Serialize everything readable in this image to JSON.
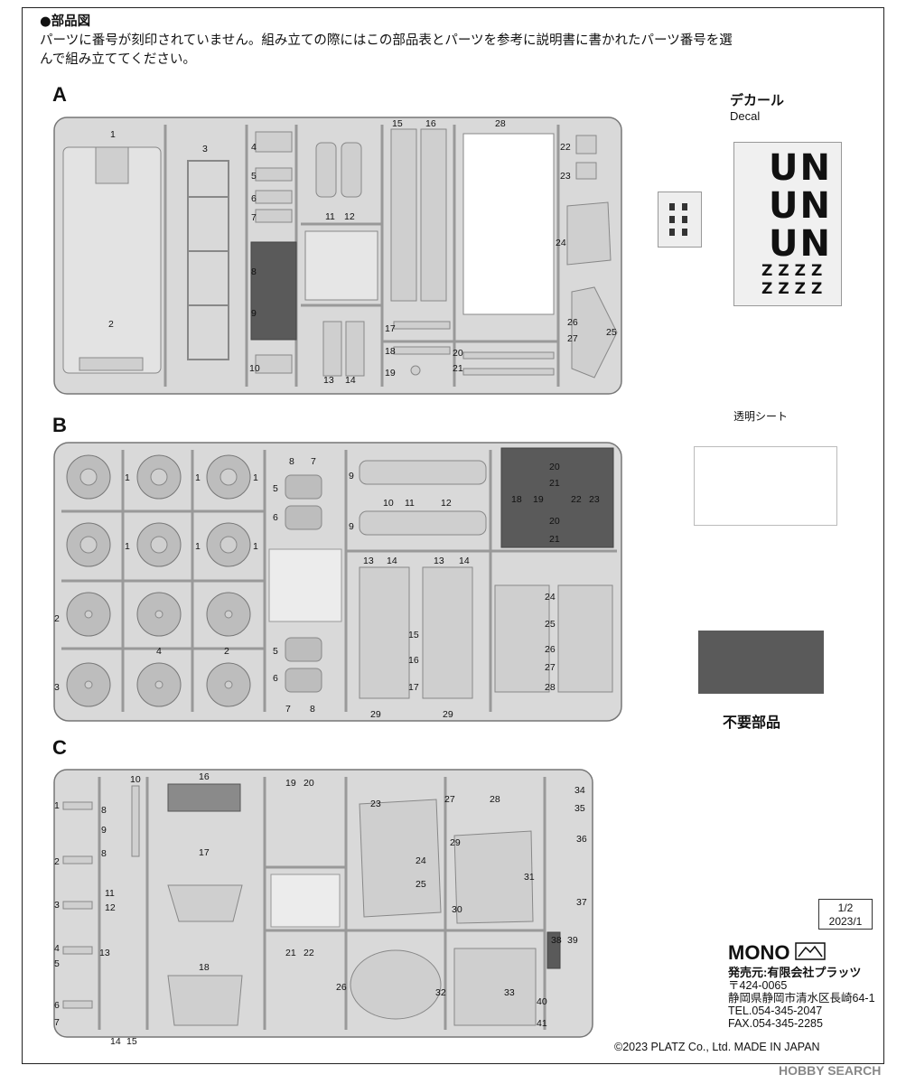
{
  "header": {
    "title": "●部品図",
    "line1": "パーツに番号が刻印されていません。組み立ての際にはこの部品表とパーツを参考に説明書に書かれたパーツ番号を選",
    "line2": "んで組み立ててください。"
  },
  "sections": {
    "a": "A",
    "b": "B",
    "c": "C"
  },
  "decal": {
    "title": "デカール",
    "subtitle": "Decal",
    "un_marks": [
      "UN",
      "UN",
      "UN"
    ],
    "z_marks": [
      "ZZZZ",
      "ZZZZ"
    ]
  },
  "clear_sheet": {
    "title": "透明シート"
  },
  "unneeded": {
    "label": "不要部品",
    "color": "#5a5a5a"
  },
  "page": {
    "number": "1/2",
    "date": "2023/1"
  },
  "brand": {
    "logo": "MONO",
    "seller": "発売元:有限会社プラッツ",
    "postal": "〒424-0065",
    "address": "静岡県静岡市清水区長崎64-1",
    "tel": "TEL.054-345-2047",
    "fax": "FAX.054-345-2285"
  },
  "copyright": "©2023 PLATZ Co., Ltd. MADE IN JAPAN",
  "watermark": "HOBBY SEARCH",
  "sprue_a_labels": [
    "1",
    "2",
    "3",
    "4",
    "5",
    "6",
    "7",
    "8",
    "9",
    "10",
    "11",
    "12",
    "13",
    "14",
    "15",
    "16",
    "17",
    "18",
    "19",
    "20",
    "21",
    "22",
    "23",
    "24",
    "25",
    "26",
    "27",
    "28"
  ],
  "sprue_b_labels": [
    "1",
    "1",
    "1",
    "1",
    "1",
    "1",
    "2",
    "4",
    "2",
    "3",
    "5",
    "6",
    "5",
    "6",
    "7",
    "8",
    "8",
    "7",
    "9",
    "9",
    "10",
    "11",
    "12",
    "13",
    "14",
    "13",
    "14",
    "15",
    "16",
    "17",
    "18",
    "19",
    "20",
    "21",
    "20",
    "21",
    "22",
    "23",
    "24",
    "25",
    "26",
    "27",
    "28",
    "29",
    "29"
  ],
  "sprue_c_labels": [
    "1",
    "2",
    "3",
    "4",
    "5",
    "6",
    "7",
    "8",
    "9",
    "8",
    "10",
    "11",
    "12",
    "13",
    "14",
    "15",
    "16",
    "17",
    "18",
    "19",
    "20",
    "21",
    "22",
    "23",
    "24",
    "25",
    "26",
    "27",
    "28",
    "29",
    "30",
    "31",
    "32",
    "33",
    "34",
    "35",
    "36",
    "37",
    "38",
    "39",
    "40",
    "41"
  ]
}
